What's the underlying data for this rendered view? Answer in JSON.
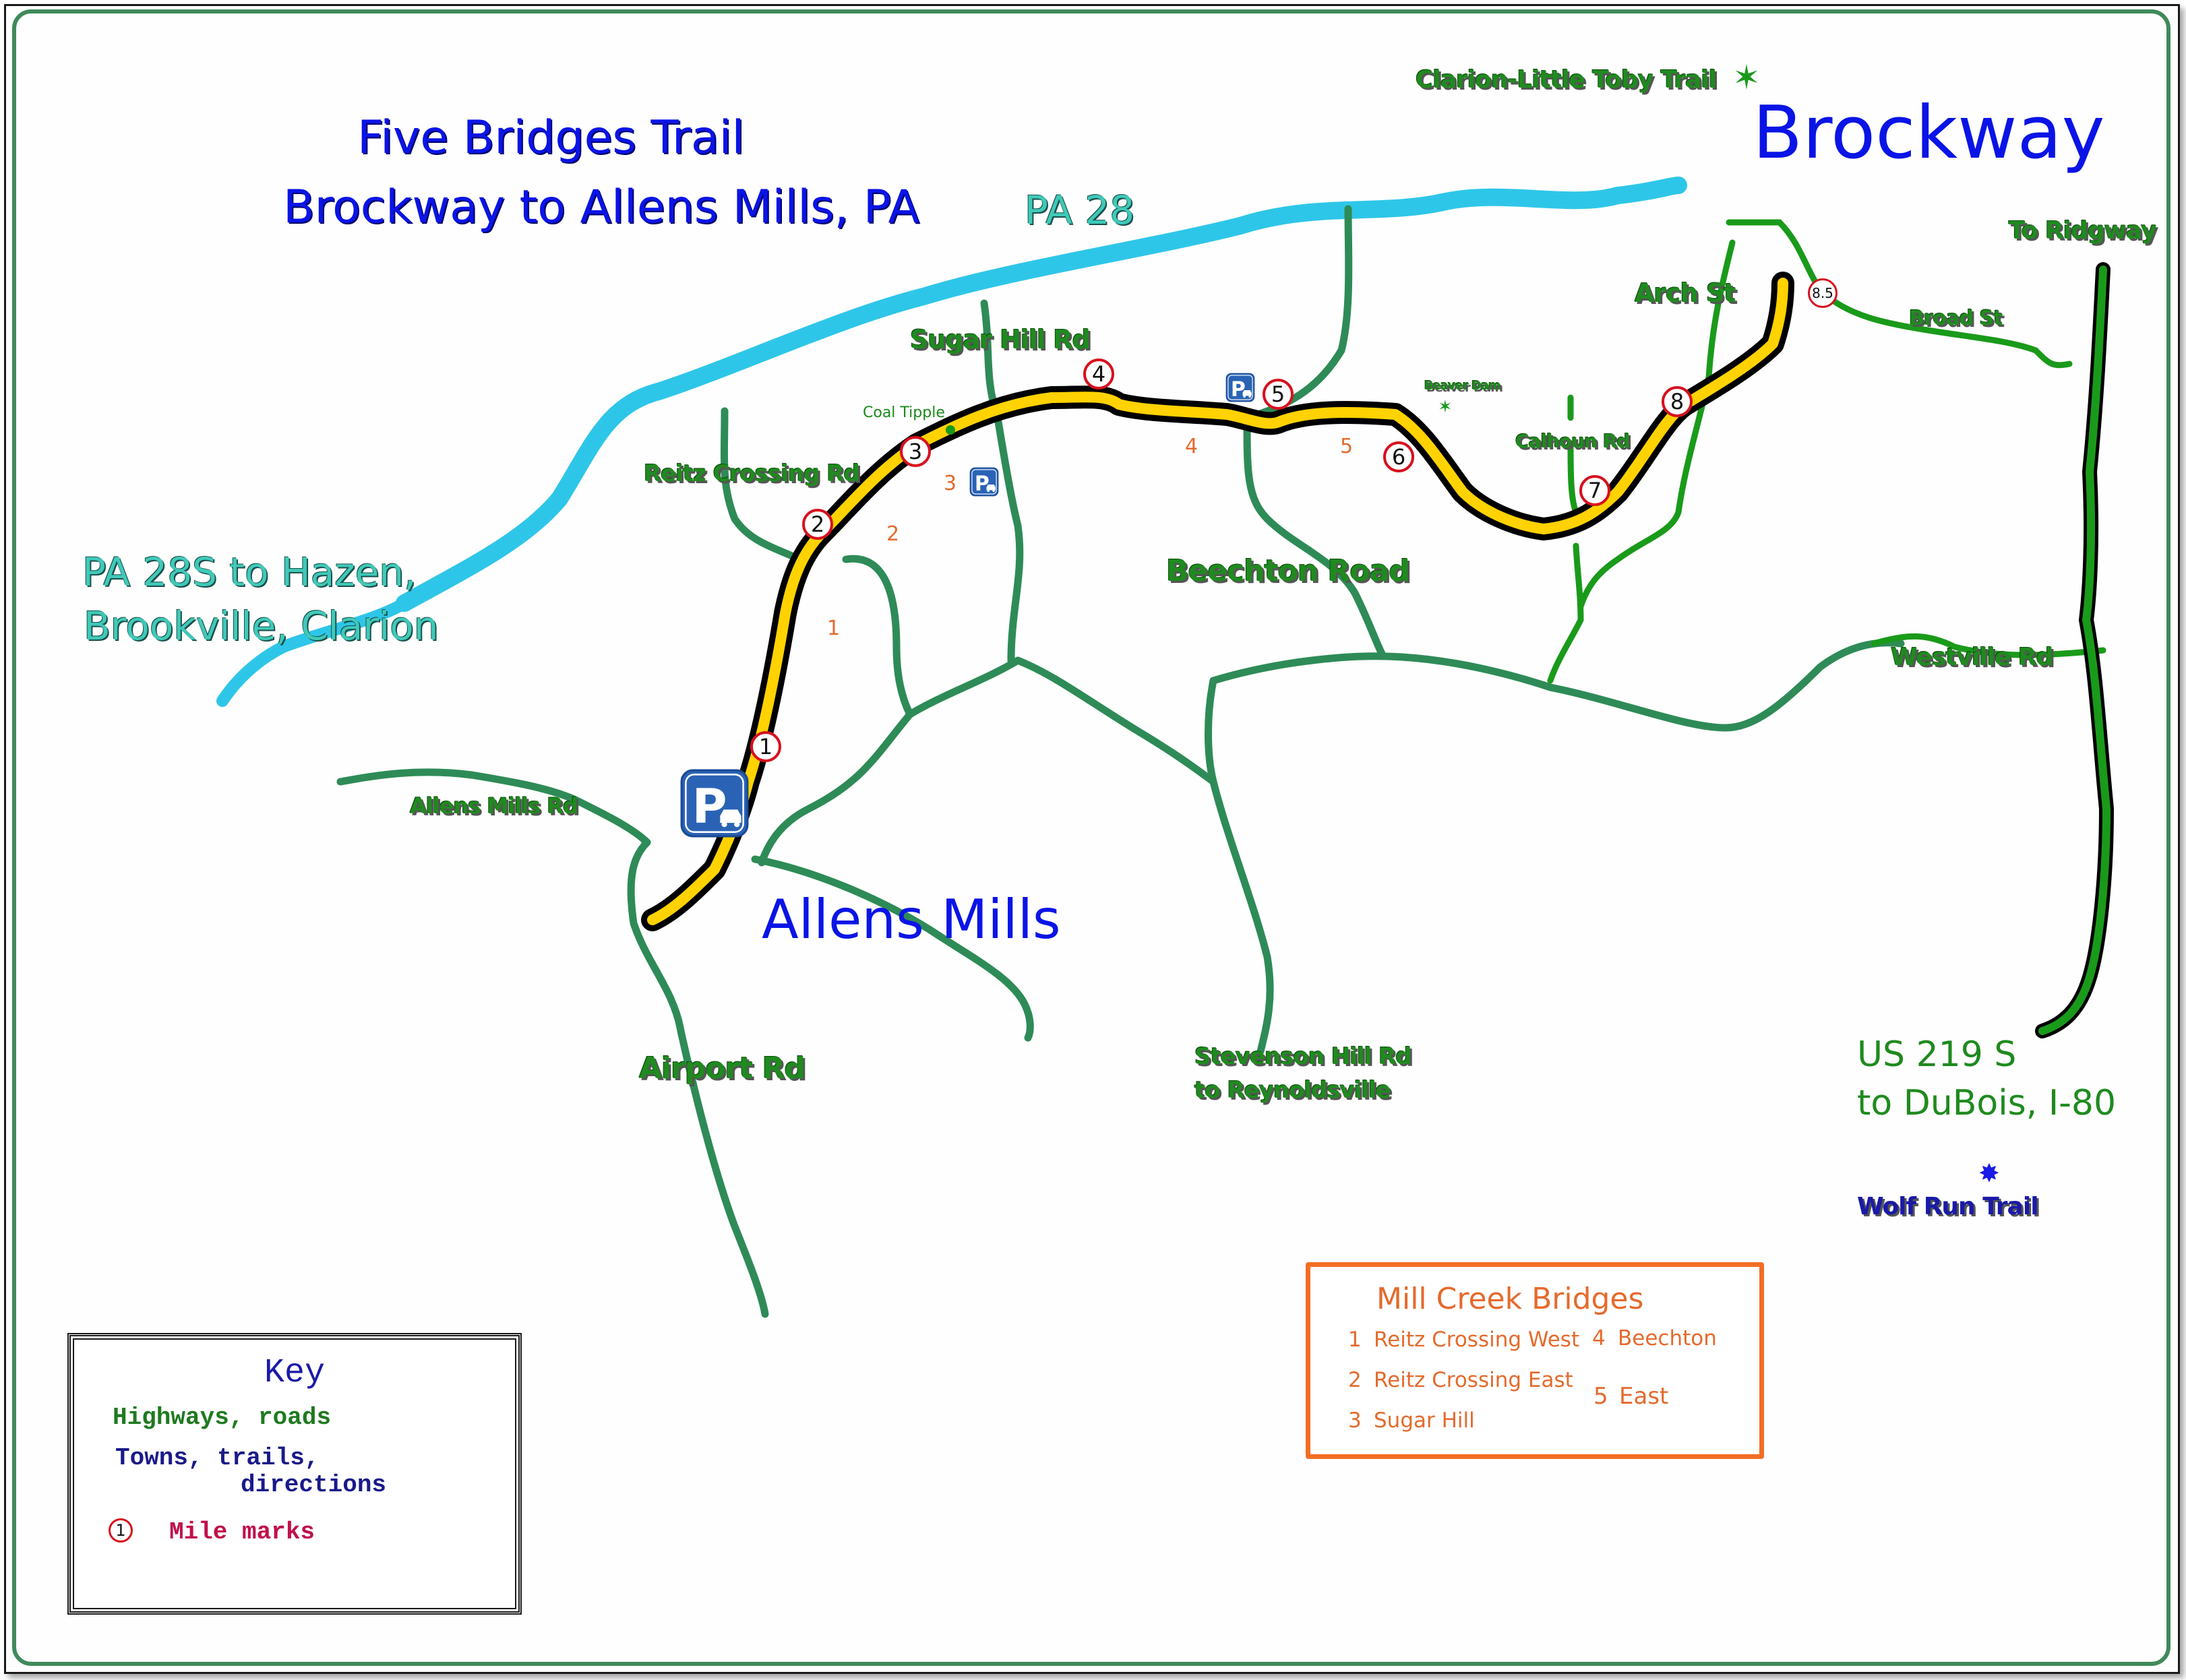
{
  "map": {
    "title_line1": "Five Bridges Trail",
    "title_line2": "Brockway to Allens Mills, PA",
    "towns": {
      "brockway": "Brockway",
      "allens_mills": "Allens Mills"
    },
    "highways": {
      "pa28": "PA 28",
      "pa28s_line1": "PA 28S to Hazen,",
      "pa28s_line2": "Brookville, Clarion",
      "us219_line1": "US 219 S",
      "us219_line2": "to DuBois, I-80",
      "to_ridgway": "To Ridgway"
    },
    "roads": {
      "sugar_hill": "Sugar Hill Rd",
      "reitz_crossing": "Reitz Crossing Rd",
      "beechton": "Beechton Road",
      "calhoun": "Calhoun Rd",
      "westville": "Westville Rd",
      "allens_mills_rd": "Allens Mills Rd",
      "airport": "Airport Rd",
      "stevenson_line1": "Stevenson Hill Rd",
      "stevenson_line2": "to Reynoldsville",
      "arch_st": "Arch St",
      "broad_st": "Broad St"
    },
    "points_of_interest": {
      "clarion_little_toby": "Clarion-Little Toby Trail",
      "wolf_run": "Wolf Run Trail",
      "coal_tipple": "Coal Tipple",
      "beaver_dam": "Beaver Dam"
    },
    "mile_markers": [
      "1",
      "2",
      "3",
      "4",
      "5",
      "6",
      "7",
      "8",
      "8.5"
    ],
    "bridge_numbers_on_map": [
      "1",
      "2",
      "3",
      "4",
      "5"
    ],
    "colors": {
      "trail_fill": "#ffd200",
      "trail_outline": "#000000",
      "road": "#2e8b57",
      "town_road": "#1a9a1a",
      "highway_pa28": "#2ec6e8",
      "town_text": "#0a14e6",
      "road_text": "#1f8a1f",
      "mile_marker_ring": "#d8101e",
      "bridge_number": "#e46a2e",
      "parking_blue": "#2a63b5",
      "frame_green": "#3f8a5a",
      "bridges_box": "#f36d25"
    }
  },
  "key": {
    "title": "Key",
    "highways_roads": "Highways, roads",
    "towns_line1": "Towns, trails,",
    "towns_line2": "directions",
    "mile_marker_sample": "1",
    "mile_marks": "Mile marks"
  },
  "bridges": {
    "title": "Mill Creek Bridges",
    "items": [
      {
        "num": "1",
        "name": "Reitz Crossing West"
      },
      {
        "num": "2",
        "name": "Reitz Crossing East"
      },
      {
        "num": "3",
        "name": "Sugar Hill"
      },
      {
        "num": "4",
        "name": "Beechton"
      },
      {
        "num": "5",
        "name": "East"
      }
    ]
  },
  "parking": {
    "symbol": "P"
  }
}
